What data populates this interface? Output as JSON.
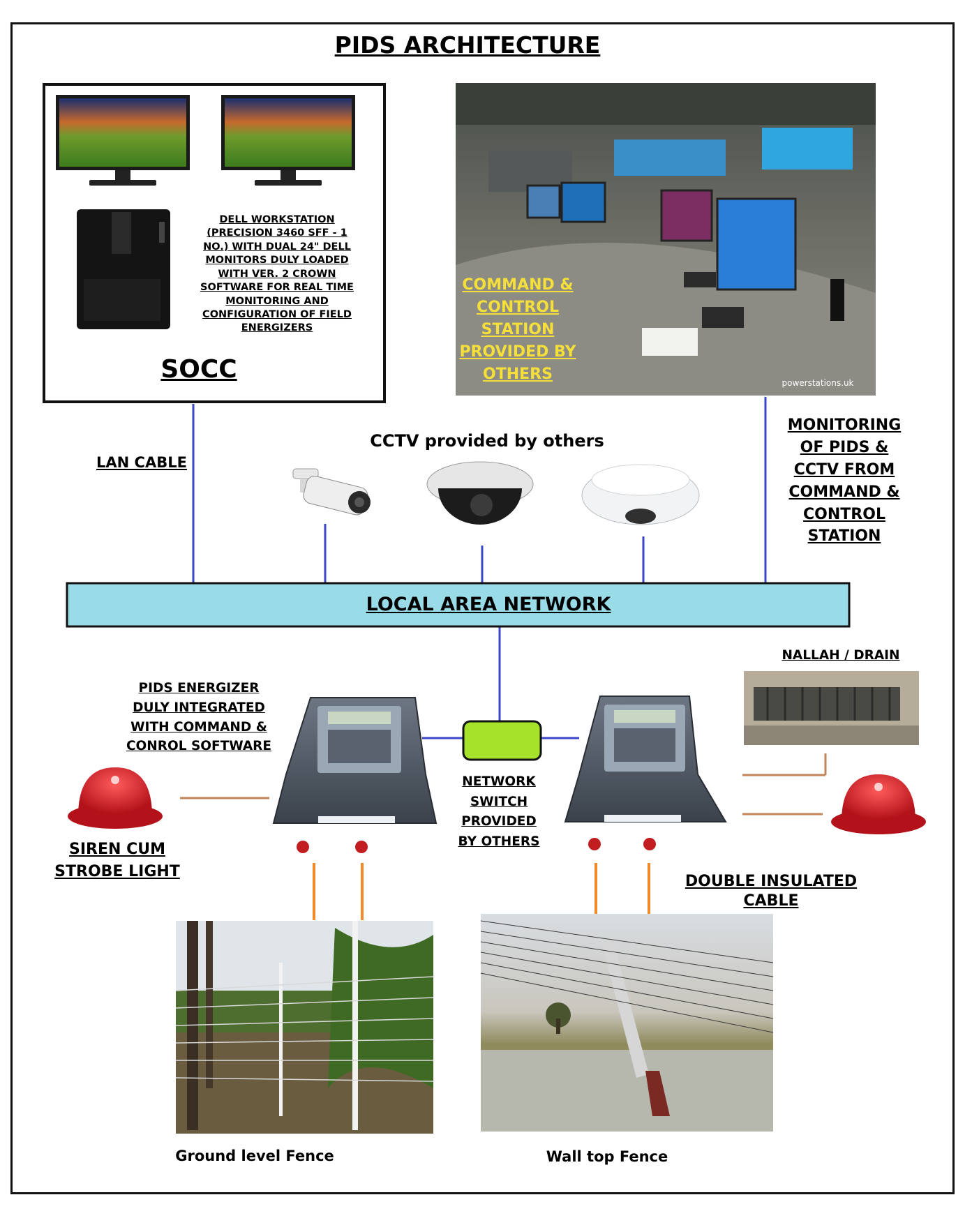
{
  "title": "PIDS ARCHITECTURE",
  "socc": {
    "label": "SOCC",
    "workstation_text": "DELL WORKSTATION\n(PRECISION 3460 SFF - 1\nNO.) WITH DUAL 24\" DELL\nMONITORS DULY LOADED\nWITH VER. 2 CROWN\nSOFTWARE FOR REAL TIME\nMONITORING AND\nCONFIGURATION OF FIELD\nENERGIZERS"
  },
  "command_station": {
    "label": "COMMAND &\nCONTROL\nSTATION\nPROVIDED BY\nOTHERS",
    "watermark": "powerstations.uk"
  },
  "lan_cable_label": "LAN CABLE",
  "cctv_label": "CCTV provided by others",
  "monitoring_label": "MONITORING\nOF PIDS &\nCCTV FROM\nCOMMAND &\nCONTROL\nSTATION",
  "lan_bar_label": "LOCAL AREA NETWORK",
  "energizer_label": "PIDS ENERGIZER\nDULY INTEGRATED\nWITH COMMAND &\nCONROL SOFTWARE",
  "network_switch_label": "NETWORK\nSWITCH\nPROVIDED\nBY OTHERS",
  "nallah_label": "NALLAH / DRAIN",
  "siren_label": "SIREN CUM\nSTROBE LIGHT",
  "cable_label": "DOUBLE INSULATED CABLE",
  "ground_fence_label": "Ground level Fence",
  "wall_fence_label": "Wall top Fence",
  "colors": {
    "lan_bar": "#9adbe8",
    "switch": "#a6e22a",
    "network_line": "#3a45c8",
    "cable_brown": "#c2855a",
    "cable_orange": "#f08a2a",
    "siren_red": "#d9232a"
  }
}
